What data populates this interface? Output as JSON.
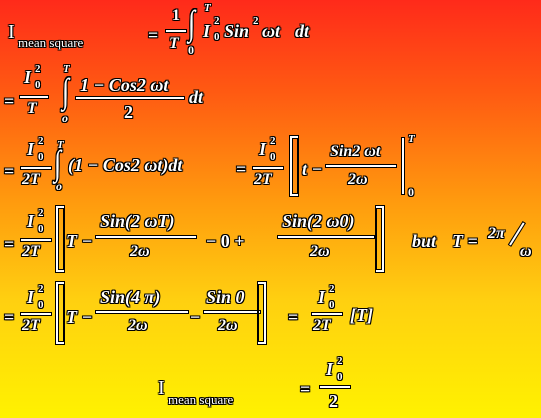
{
  "lines": [
    {
      "lhs_sym": "I",
      "lhs_sub": "mean square",
      "eq": "=",
      "frac_num": "1",
      "frac_den": "T",
      "int": "∫",
      "int_upper": "T",
      "int_lower": "0",
      "integrand_I": "I",
      "integrand_I_sup": "2",
      "integrand_I_sub": "0",
      "sin": "Sin",
      "sin_sup": "2",
      "wt": "ωt",
      "dt": "dt"
    },
    {
      "eq": "=",
      "frac_num_I": "I",
      "frac_num_sup": "2",
      "frac_num_sub": "0",
      "frac_den": "T",
      "int": "∫",
      "int_upper": "T",
      "int_lower": "o",
      "num": "1 − Cos2 ωt",
      "den": "2",
      "dt": "dt"
    },
    {
      "eq": "=",
      "frac_num_I": "I",
      "frac_num_sup": "2",
      "frac_num_sub": "0",
      "frac_den": "2T",
      "int": "∫",
      "int_upper": "T",
      "int_lower": "o",
      "integrand": "(1 − Cos2 ωt)dt",
      "eq2": "=",
      "frac2_num_I": "I",
      "frac2_num_sup": "2",
      "frac2_num_sub": "0",
      "frac2_den": "2T",
      "t_minus": "t  −",
      "sin_num": "Sin2 ωt",
      "sin_den": "2ω",
      "eval_upper": "T",
      "eval_lower": "0"
    },
    {
      "eq": "=",
      "frac_num_I": "I",
      "frac_num_sup": "2",
      "frac_num_sub": "0",
      "frac_den": "2T",
      "T_minus": "T  −",
      "sin_num1": "Sin(2 ωT)",
      "sin_den1": "2ω",
      "minus_zero_plus": "−   0   +",
      "sin_num2": "Sin(2 ω0)",
      "sin_den2": "2ω",
      "but": "but",
      "T_eq": "T =",
      "two_pi": "2π",
      "omega": "ω"
    },
    {
      "eq": "=",
      "frac_num_I": "I",
      "frac_num_sup": "2",
      "frac_num_sub": "0",
      "frac_den": "2T",
      "T_minus": "T  −",
      "sin_num1": "Sin(4 π)",
      "sin_den1": "2ω",
      "minus": "−",
      "sin_num2": "Sin 0",
      "sin_den2": "2ω",
      "eq2": "=",
      "frac2_num_I": "I",
      "frac2_num_sup": "2",
      "frac2_num_sub": "0",
      "frac2_den": "2T",
      "bracket_T": "[T]"
    },
    {
      "lhs_sym": "I",
      "lhs_sub": "mean square",
      "eq": "=",
      "frac_num_I": "I",
      "frac_num_sup": "2",
      "frac_num_sub": "0",
      "frac_den": "2"
    }
  ]
}
